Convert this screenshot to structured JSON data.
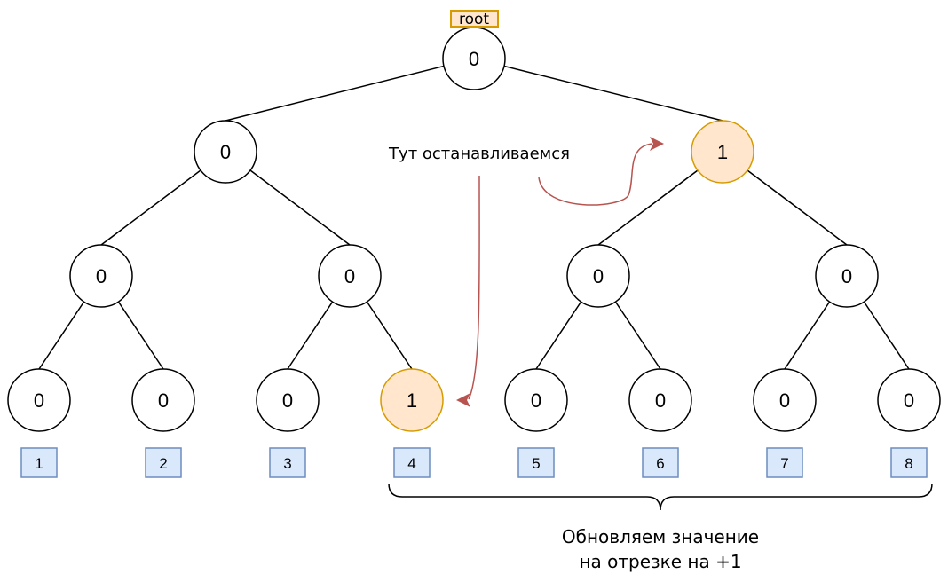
{
  "root_label": "root",
  "nodes": [
    {
      "id": "n0",
      "value": "0",
      "highlight": false
    },
    {
      "id": "n1",
      "value": "0",
      "highlight": false
    },
    {
      "id": "n2",
      "value": "1",
      "highlight": true
    },
    {
      "id": "n3",
      "value": "0",
      "highlight": false
    },
    {
      "id": "n4",
      "value": "0",
      "highlight": false
    },
    {
      "id": "n5",
      "value": "0",
      "highlight": false
    },
    {
      "id": "n6",
      "value": "0",
      "highlight": false
    },
    {
      "id": "n7",
      "value": "0",
      "highlight": false
    },
    {
      "id": "n8",
      "value": "0",
      "highlight": false
    },
    {
      "id": "n9",
      "value": "0",
      "highlight": false
    },
    {
      "id": "n10",
      "value": "1",
      "highlight": true
    },
    {
      "id": "n11",
      "value": "0",
      "highlight": false
    },
    {
      "id": "n12",
      "value": "0",
      "highlight": false
    },
    {
      "id": "n13",
      "value": "0",
      "highlight": false
    },
    {
      "id": "n14",
      "value": "0",
      "highlight": false
    }
  ],
  "indices": [
    "1",
    "2",
    "3",
    "4",
    "5",
    "6",
    "7",
    "8"
  ],
  "annotation_stop": "Тут останавливаемся",
  "annotation_range": [
    "Обновляем значение",
    "на отрезке на +1"
  ],
  "colors": {
    "highlight_fill": "#ffe6cc",
    "highlight_stroke": "#d79b00",
    "index_fill": "#dae8fc",
    "index_stroke": "#6c8ebf",
    "arrow": "#b85450"
  }
}
